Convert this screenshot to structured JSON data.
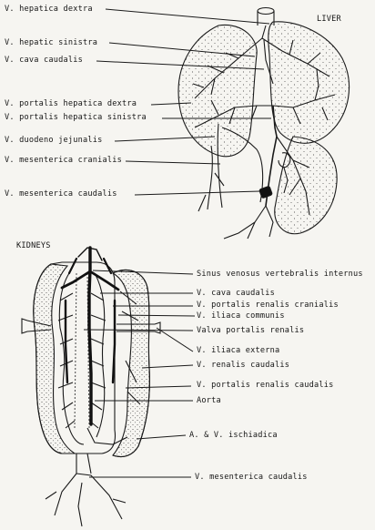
{
  "liver": {
    "title": "LIVER",
    "labels": [
      "V. hepatica dextra",
      "V. hepatic sinistra",
      "V. cava caudalis",
      "V. portalis hepatica dextra",
      "V. portalis hepatica sinistra",
      "V. duodeno jejunalis",
      "V. mesenterica cranialis",
      "V. mesenterica caudalis"
    ]
  },
  "kidneys": {
    "title": "KIDNEYS",
    "labels": [
      "Sinus venosus vertebralis internus",
      "V. cava caudalis",
      "V. portalis renalis cranialis",
      "V. iliaca communis",
      "Valva portalis renalis",
      "V. iliaca externa",
      "V. renalis caudalis",
      "V. portalis renalis caudalis",
      "Aorta",
      "A. & V. ischiadica",
      "V. mesenterica caudalis"
    ]
  }
}
